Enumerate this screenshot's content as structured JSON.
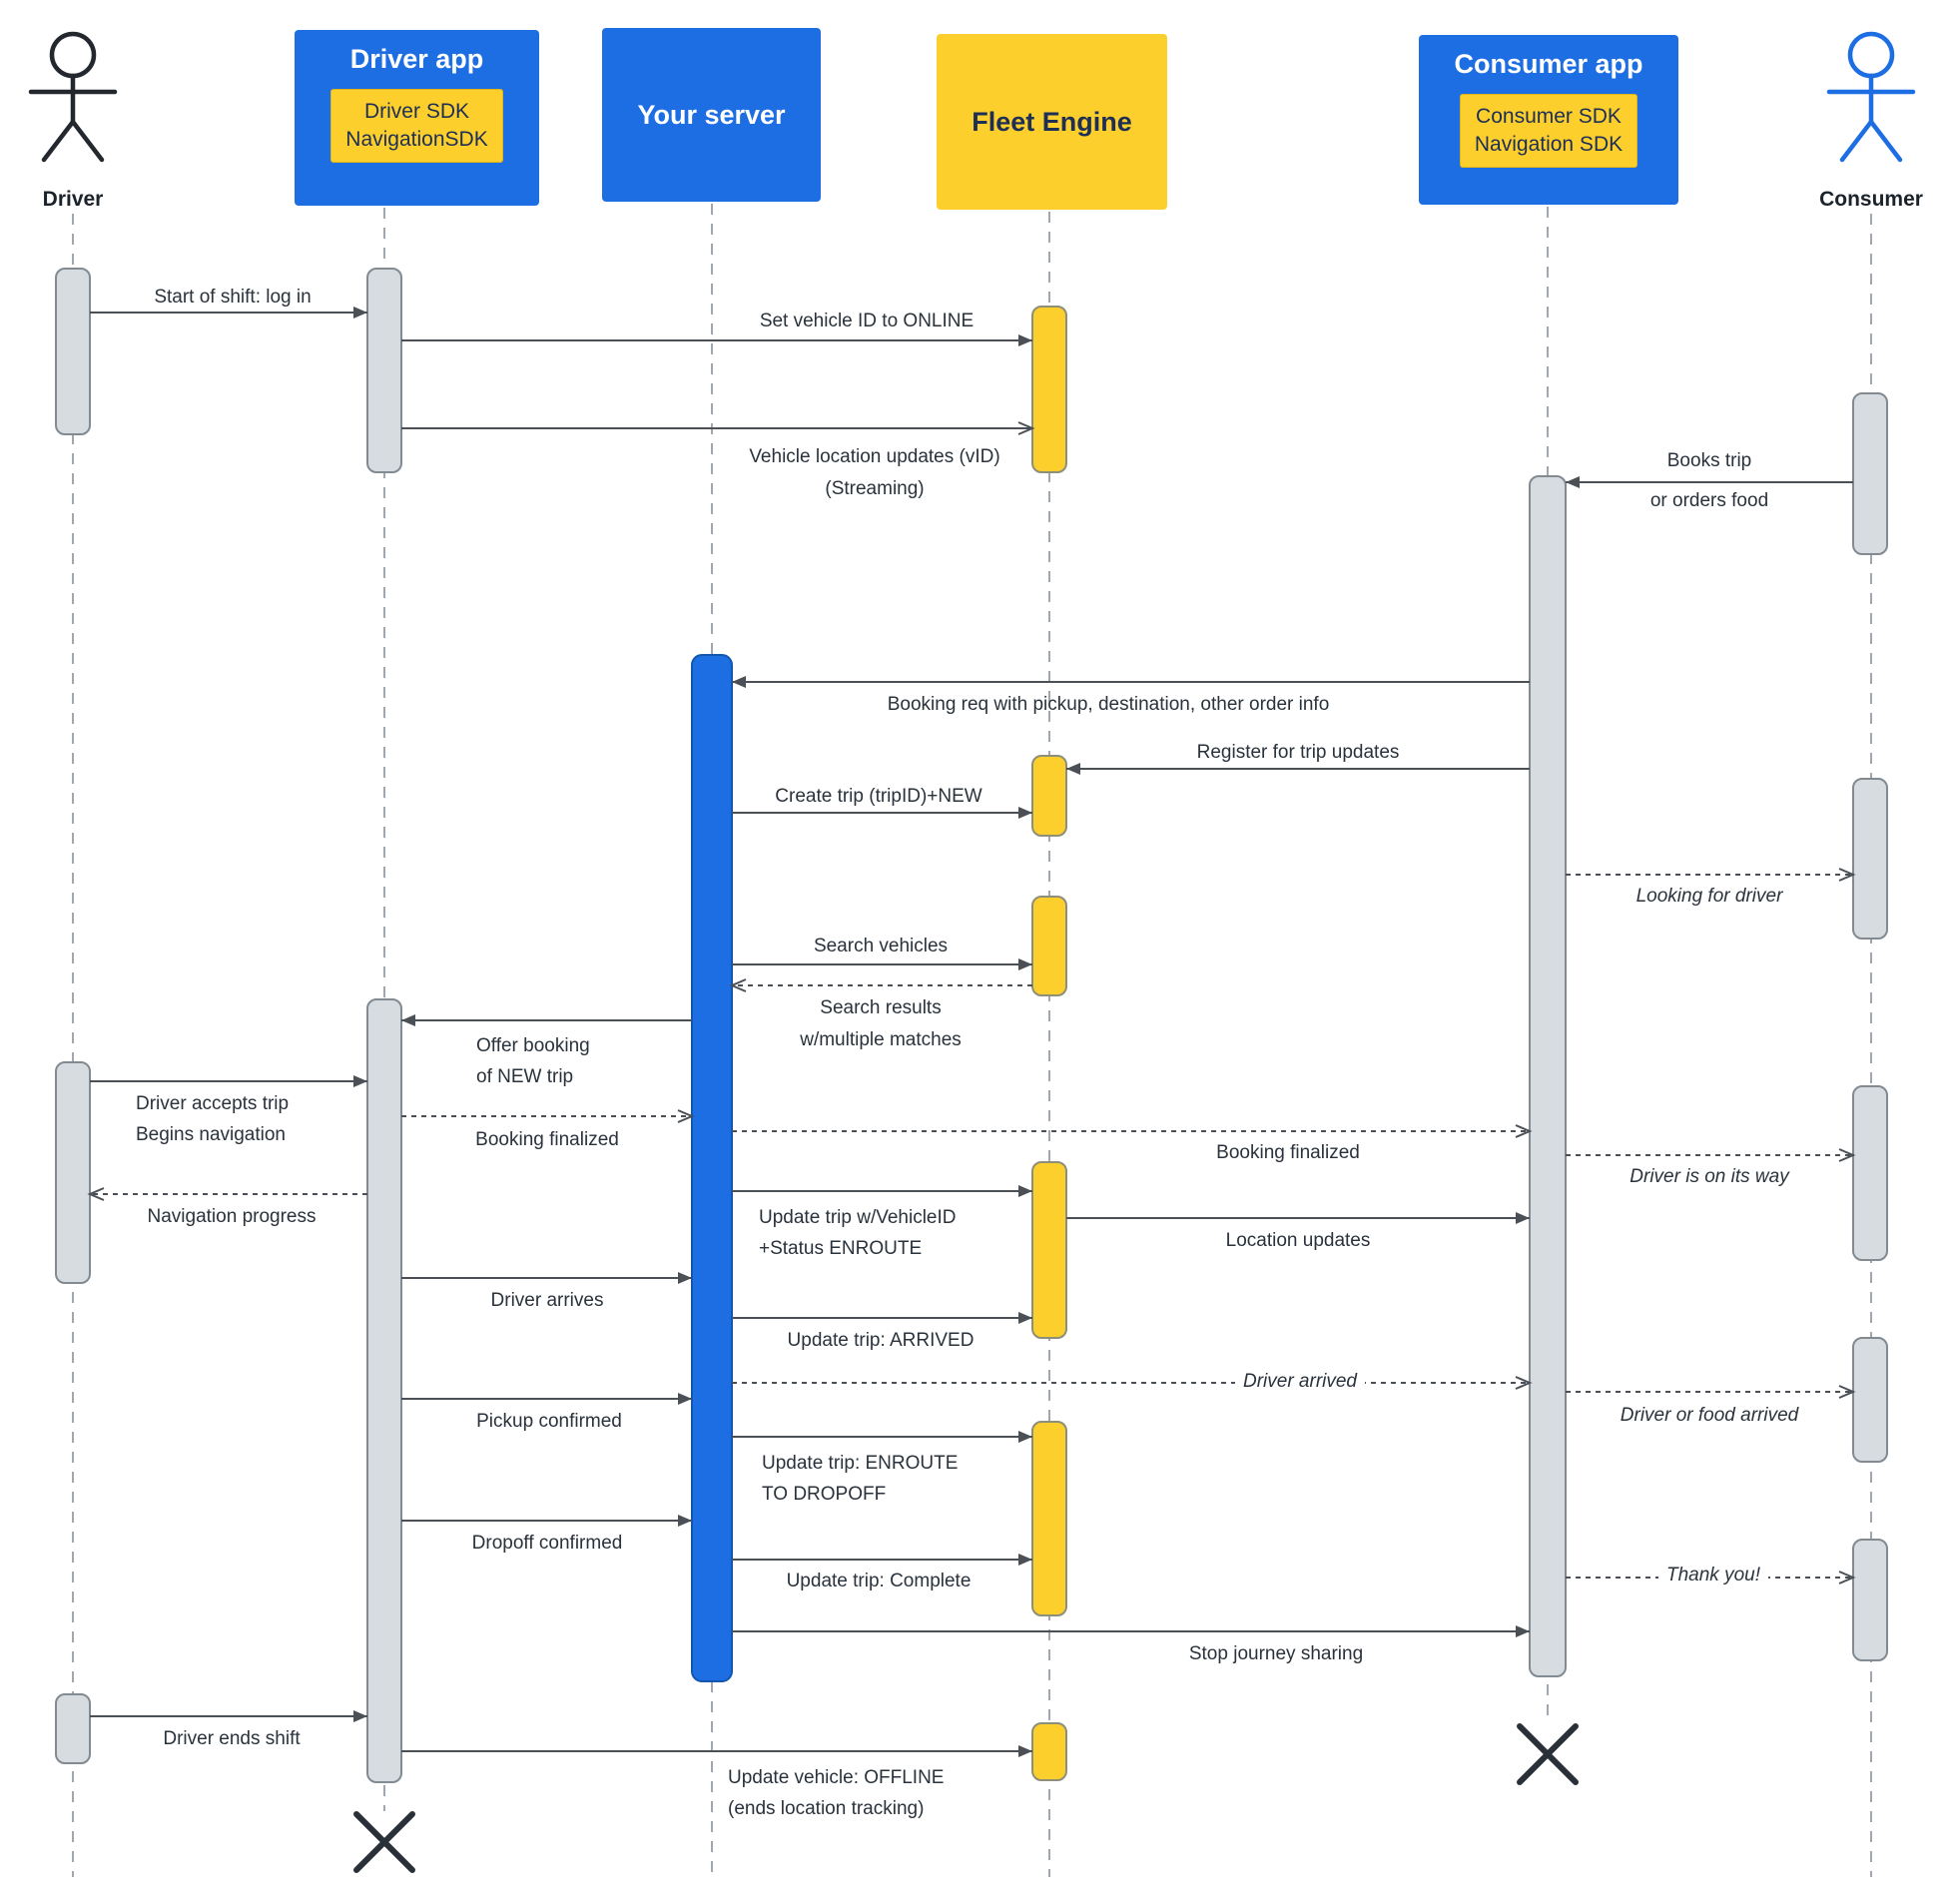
{
  "colors": {
    "blue": "#1d6ee3",
    "yellow": "#fccf2d",
    "navy_text": "#1e2f55",
    "label_text": "#2a323c",
    "arrow": "#4a5056",
    "activation_gray": "#d7dce1"
  },
  "participants": {
    "driver": {
      "label": "Driver"
    },
    "driver_app": {
      "title": "Driver app",
      "sdk_line1": "Driver  SDK",
      "sdk_line2": "NavigationSDK"
    },
    "server": {
      "title": "Your server"
    },
    "fleet_engine": {
      "title": "Fleet Engine"
    },
    "consumer_app": {
      "title": "Consumer app",
      "sdk_line1": "Consumer SDK",
      "sdk_line2": "Navigation SDK"
    },
    "consumer": {
      "label": "Consumer"
    }
  },
  "messages": {
    "login": "Start of shift: log in",
    "set_online": "Set vehicle ID to ONLINE",
    "loc_updates_1": "Vehicle location updates (vID)",
    "loc_updates_2": "(Streaming)",
    "books_trip_1": "Books trip",
    "books_trip_2": "or orders food",
    "booking_req": "Booking req with pickup, destination, other order info",
    "register_updates": "Register for trip updates",
    "create_trip": "Create trip (tripID)+NEW",
    "looking_for_driver": "Looking for driver",
    "search_vehicles": "Search vehicles",
    "search_results_1": "Search results",
    "search_results_2": "w/multiple matches",
    "offer_booking_1": "Offer booking",
    "offer_booking_2": "of NEW trip",
    "accepts_trip_1": "Driver accepts trip",
    "accepts_trip_2": "Begins navigation",
    "booking_finalized_left": "Booking finalized",
    "booking_finalized_right": "Booking finalized",
    "driver_on_way": "Driver is on its way",
    "update_enroute_1": "Update trip w/VehicleID",
    "update_enroute_2": "+Status ENROUTE",
    "navigation_progress": "Navigation progress",
    "location_updates": "Location updates",
    "driver_arrives": "Driver arrives",
    "update_arrived": "Update trip: ARRIVED",
    "driver_arrived": "Driver arrived",
    "pickup_confirmed": "Pickup confirmed",
    "food_arrived": "Driver or food arrived",
    "update_dropoff_1": "Update trip: ENROUTE",
    "update_dropoff_2": "TO DROPOFF",
    "dropoff_confirmed": "Dropoff confirmed",
    "update_complete": "Update trip: Complete",
    "thank_you": "Thank you!",
    "stop_journey": "Stop journey sharing",
    "driver_ends_shift": "Driver ends shift",
    "update_offline_1": "Update vehicle: OFFLINE",
    "update_offline_2": "(ends location tracking)"
  }
}
